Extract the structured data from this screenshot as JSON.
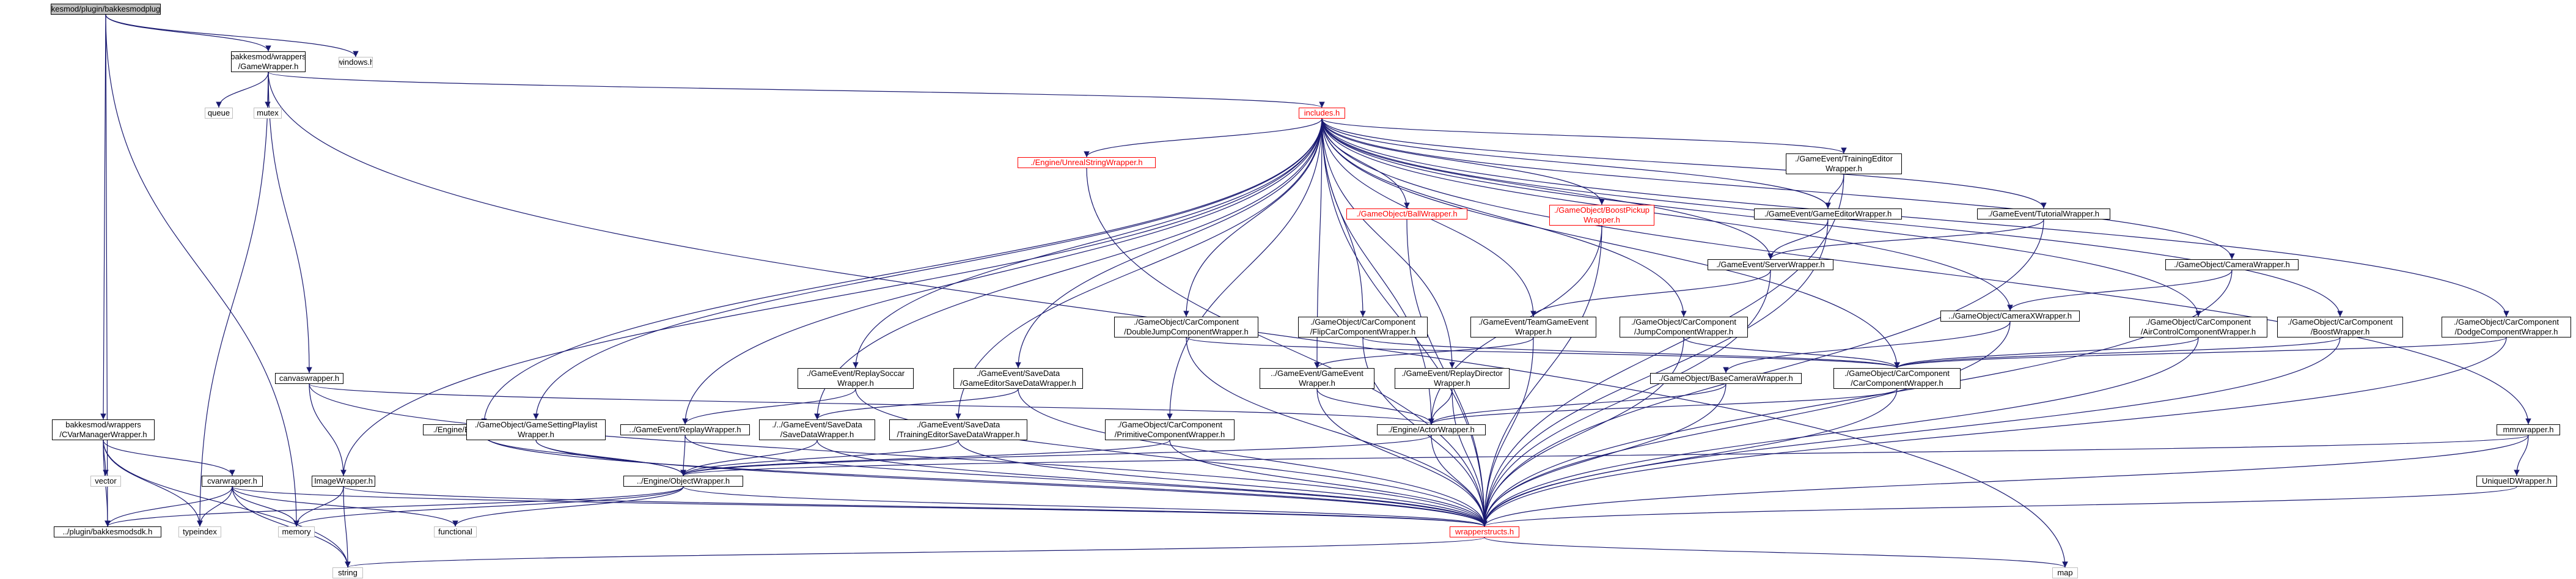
{
  "colors": {
    "edge": "#191970",
    "root_fill": "#bfbfbf",
    "node_border": "#000000",
    "external_border": "#bfbfbf",
    "incomplete_border": "#ff0000",
    "background": "#ffffff"
  },
  "nodes": [
    {
      "id": "n_root",
      "lines": [
        "bakkesmod/plugin/bakkesmodplugin.h"
      ],
      "kind": "root"
    },
    {
      "id": "n_windows",
      "lines": [
        "windows.h"
      ],
      "kind": "external"
    },
    {
      "id": "n_gamewrapper",
      "lines": [
        "bakkesmod/wrappers",
        "/GameWrapper.h"
      ],
      "kind": "file"
    },
    {
      "id": "n_queue",
      "lines": [
        "queue"
      ],
      "kind": "external"
    },
    {
      "id": "n_mutex",
      "lines": [
        "mutex"
      ],
      "kind": "external"
    },
    {
      "id": "n_includes",
      "lines": [
        "includes.h"
      ],
      "kind": "incomplete-red"
    },
    {
      "id": "n_unrealstring",
      "lines": [
        "./Engine/UnrealStringWrapper.h"
      ],
      "kind": "incomplete-red"
    },
    {
      "id": "n_ballwrapper",
      "lines": [
        "./GameObject/BallWrapper.h"
      ],
      "kind": "incomplete-red"
    },
    {
      "id": "n_boostpickup",
      "lines": [
        "./GameObject/BoostPickup",
        "Wrapper.h"
      ],
      "kind": "incomplete-red"
    },
    {
      "id": "n_trainingeditor",
      "lines": [
        "./GameEvent/TrainingEditor",
        "Wrapper.h"
      ],
      "kind": "file"
    },
    {
      "id": "n_gameeditor",
      "lines": [
        "./GameEvent/GameEditorWrapper.h"
      ],
      "kind": "file"
    },
    {
      "id": "n_tutorial",
      "lines": [
        "./GameEvent/TutorialWrapper.h"
      ],
      "kind": "file"
    },
    {
      "id": "n_serverwrapper",
      "lines": [
        "./GameEvent/ServerWrapper.h"
      ],
      "kind": "file"
    },
    {
      "id": "n_camerawrapper",
      "lines": [
        "./GameObject/CameraWrapper.h"
      ],
      "kind": "file"
    },
    {
      "id": "n_cameraxwrapper",
      "lines": [
        "../GameObject/CameraXWrapper.h"
      ],
      "kind": "file"
    },
    {
      "id": "n_canvaswrapper",
      "lines": [
        "canvaswrapper.h"
      ],
      "kind": "file"
    },
    {
      "id": "n_engineta",
      "lines": [
        "./Engine/EngineTAWrapper.h"
      ],
      "kind": "file"
    },
    {
      "id": "n_gamesettingplaylist",
      "lines": [
        "./GameObject/GameSettingPlaylist",
        "Wrapper.h"
      ],
      "kind": "file"
    },
    {
      "id": "n_replaysoccar",
      "lines": [
        "./GameEvent/ReplaySoccar",
        "Wrapper.h"
      ],
      "kind": "file"
    },
    {
      "id": "n_gameeditorsavedata",
      "lines": [
        "./GameEvent/SaveData",
        "/GameEditorSaveDataWrapper.h"
      ],
      "kind": "file"
    },
    {
      "id": "n_doublejump",
      "lines": [
        "./GameObject/CarComponent",
        "/DoubleJumpComponentWrapper.h"
      ],
      "kind": "file"
    },
    {
      "id": "n_flipcar",
      "lines": [
        "./GameObject/CarComponent",
        "/FlipCarComponentWrapper.h"
      ],
      "kind": "file"
    },
    {
      "id": "n_teamgameevent",
      "lines": [
        "./GameEvent/TeamGameEvent",
        "Wrapper.h"
      ],
      "kind": "file"
    },
    {
      "id": "n_jumpcomponent",
      "lines": [
        "./GameObject/CarComponent",
        "/JumpComponentWrapper.h"
      ],
      "kind": "file"
    },
    {
      "id": "n_aircontrol",
      "lines": [
        "./GameObject/CarComponent",
        "/AirControlComponentWrapper.h"
      ],
      "kind": "file"
    },
    {
      "id": "n_boostwrapper",
      "lines": [
        "./GameObject/CarComponent",
        "/BoostWrapper.h"
      ],
      "kind": "file"
    },
    {
      "id": "n_dodgecomponent",
      "lines": [
        "./GameObject/CarComponent",
        "/DodgeComponentWrapper.h"
      ],
      "kind": "file"
    },
    {
      "id": "n_gameeventwrapper",
      "lines": [
        "../GameEvent/GameEvent",
        "Wrapper.h"
      ],
      "kind": "file"
    },
    {
      "id": "n_replaydirector",
      "lines": [
        "./GameEvent/ReplayDirector",
        "Wrapper.h"
      ],
      "kind": "file"
    },
    {
      "id": "n_basecamera",
      "lines": [
        "./GameObject/BaseCameraWrapper.h"
      ],
      "kind": "file"
    },
    {
      "id": "n_carcomponent",
      "lines": [
        "./GameObject/CarComponent",
        "/CarComponentWrapper.h"
      ],
      "kind": "file"
    },
    {
      "id": "n_replaywrapper",
      "lines": [
        "../GameEvent/ReplayWrapper.h"
      ],
      "kind": "file"
    },
    {
      "id": "n_savedatawrapper",
      "lines": [
        "./../GameEvent/SaveData",
        "/SaveDataWrapper.h"
      ],
      "kind": "file"
    },
    {
      "id": "n_trainingeditorsavedata",
      "lines": [
        "./GameEvent/SaveData",
        "/TrainingEditorSaveDataWrapper.h"
      ],
      "kind": "file"
    },
    {
      "id": "n_primitivecomponent",
      "lines": [
        "./GameObject/CarComponent",
        "/PrimitiveComponentWrapper.h"
      ],
      "kind": "file"
    },
    {
      "id": "n_actorwrapper",
      "lines": [
        "./Engine/ActorWrapper.h"
      ],
      "kind": "file"
    },
    {
      "id": "n_objectwrapper",
      "lines": [
        "../Engine/ObjectWrapper.h"
      ],
      "kind": "file"
    },
    {
      "id": "n_wrapperstructs",
      "lines": [
        "wrapperstructs.h"
      ],
      "kind": "incomplete-red"
    },
    {
      "id": "n_cvarmanager",
      "lines": [
        "bakkesmod/wrappers",
        "/CVarManagerWrapper.h"
      ],
      "kind": "file"
    },
    {
      "id": "n_vector",
      "lines": [
        "vector"
      ],
      "kind": "external"
    },
    {
      "id": "n_cvarwrapper",
      "lines": [
        "cvarwrapper.h"
      ],
      "kind": "file"
    },
    {
      "id": "n_bakkesmodsdk",
      "lines": [
        "../plugin/bakkesmodsdk.h"
      ],
      "kind": "file"
    },
    {
      "id": "n_typeindex",
      "lines": [
        "typeindex"
      ],
      "kind": "external"
    },
    {
      "id": "n_imagewrapper",
      "lines": [
        "ImageWrapper.h"
      ],
      "kind": "file"
    },
    {
      "id": "n_memory",
      "lines": [
        "memory"
      ],
      "kind": "external"
    },
    {
      "id": "n_functional",
      "lines": [
        "functional"
      ],
      "kind": "external"
    },
    {
      "id": "n_string",
      "lines": [
        "string"
      ],
      "kind": "external"
    },
    {
      "id": "n_map",
      "lines": [
        "map"
      ],
      "kind": "external"
    },
    {
      "id": "n_mmrwrapper",
      "lines": [
        "mmrwrapper.h"
      ],
      "kind": "file"
    },
    {
      "id": "n_uniqueid",
      "lines": [
        "UniqueIDWrapper.h"
      ],
      "kind": "file"
    }
  ],
  "edges": [
    [
      "n_root",
      "n_windows"
    ],
    [
      "n_root",
      "n_gamewrapper"
    ],
    [
      "n_root",
      "n_cvarmanager"
    ],
    [
      "n_root",
      "n_bakkesmodsdk"
    ],
    [
      "n_root",
      "n_memory"
    ],
    [
      "n_gamewrapper",
      "n_queue"
    ],
    [
      "n_gamewrapper",
      "n_mutex"
    ],
    [
      "n_gamewrapper",
      "n_includes"
    ],
    [
      "n_gamewrapper",
      "n_canvaswrapper"
    ],
    [
      "n_gamewrapper",
      "n_typeindex"
    ],
    [
      "n_gamewrapper",
      "n_map"
    ],
    [
      "n_includes",
      "n_unrealstring"
    ],
    [
      "n_includes",
      "n_ballwrapper"
    ],
    [
      "n_includes",
      "n_boostpickup"
    ],
    [
      "n_includes",
      "n_trainingeditor"
    ],
    [
      "n_includes",
      "n_gameeditor"
    ],
    [
      "n_includes",
      "n_tutorial"
    ],
    [
      "n_includes",
      "n_serverwrapper"
    ],
    [
      "n_includes",
      "n_camerawrapper"
    ],
    [
      "n_includes",
      "n_cameraxwrapper"
    ],
    [
      "n_includes",
      "n_engineta"
    ],
    [
      "n_includes",
      "n_gamesettingplaylist"
    ],
    [
      "n_includes",
      "n_replaysoccar"
    ],
    [
      "n_includes",
      "n_gameeditorsavedata"
    ],
    [
      "n_includes",
      "n_doublejump"
    ],
    [
      "n_includes",
      "n_flipcar"
    ],
    [
      "n_includes",
      "n_teamgameevent"
    ],
    [
      "n_includes",
      "n_jumpcomponent"
    ],
    [
      "n_includes",
      "n_aircontrol"
    ],
    [
      "n_includes",
      "n_boostwrapper"
    ],
    [
      "n_includes",
      "n_dodgecomponent"
    ],
    [
      "n_includes",
      "n_replaywrapper"
    ],
    [
      "n_includes",
      "n_savedatawrapper"
    ],
    [
      "n_includes",
      "n_trainingeditorsavedata"
    ],
    [
      "n_includes",
      "n_primitivecomponent"
    ],
    [
      "n_includes",
      "n_actorwrapper"
    ],
    [
      "n_includes",
      "n_carcomponent"
    ],
    [
      "n_includes",
      "n_imagewrapper"
    ],
    [
      "n_includes",
      "n_mmrwrapper"
    ],
    [
      "n_includes",
      "n_wrapperstructs"
    ],
    [
      "n_includes",
      "n_gameeventwrapper"
    ],
    [
      "n_includes",
      "n_replaydirector"
    ],
    [
      "n_trainingeditor",
      "n_gameeditor"
    ],
    [
      "n_trainingeditor",
      "n_wrapperstructs"
    ],
    [
      "n_gameeditor",
      "n_serverwrapper"
    ],
    [
      "n_gameeditor",
      "n_wrapperstructs"
    ],
    [
      "n_tutorial",
      "n_serverwrapper"
    ],
    [
      "n_tutorial",
      "n_wrapperstructs"
    ],
    [
      "n_serverwrapper",
      "n_teamgameevent"
    ],
    [
      "n_serverwrapper",
      "n_wrapperstructs"
    ],
    [
      "n_camerawrapper",
      "n_cameraxwrapper"
    ],
    [
      "n_camerawrapper",
      "n_wrapperstructs"
    ],
    [
      "n_cameraxwrapper",
      "n_basecamera"
    ],
    [
      "n_cameraxwrapper",
      "n_wrapperstructs"
    ],
    [
      "n_unrealstring",
      "n_wrapperstructs"
    ],
    [
      "n_ballwrapper",
      "n_wrapperstructs"
    ],
    [
      "n_boostpickup",
      "n_wrapperstructs"
    ],
    [
      "n_boostpickup",
      "n_actorwrapper"
    ],
    [
      "n_teamgameevent",
      "n_gameeventwrapper"
    ],
    [
      "n_teamgameevent",
      "n_wrapperstructs"
    ],
    [
      "n_gameeventwrapper",
      "n_actorwrapper"
    ],
    [
      "n_gameeventwrapper",
      "n_wrapperstructs"
    ],
    [
      "n_replaydirector",
      "n_actorwrapper"
    ],
    [
      "n_replaydirector",
      "n_wrapperstructs"
    ],
    [
      "n_doublejump",
      "n_carcomponent"
    ],
    [
      "n_doublejump",
      "n_wrapperstructs"
    ],
    [
      "n_flipcar",
      "n_carcomponent"
    ],
    [
      "n_flipcar",
      "n_wrapperstructs"
    ],
    [
      "n_jumpcomponent",
      "n_carcomponent"
    ],
    [
      "n_jumpcomponent",
      "n_wrapperstructs"
    ],
    [
      "n_aircontrol",
      "n_carcomponent"
    ],
    [
      "n_aircontrol",
      "n_wrapperstructs"
    ],
    [
      "n_boostwrapper",
      "n_carcomponent"
    ],
    [
      "n_boostwrapper",
      "n_wrapperstructs"
    ],
    [
      "n_dodgecomponent",
      "n_carcomponent"
    ],
    [
      "n_dodgecomponent",
      "n_wrapperstructs"
    ],
    [
      "n_carcomponent",
      "n_actorwrapper"
    ],
    [
      "n_carcomponent",
      "n_wrapperstructs"
    ],
    [
      "n_basecamera",
      "n_actorwrapper"
    ],
    [
      "n_basecamera",
      "n_wrapperstructs"
    ],
    [
      "n_engineta",
      "n_objectwrapper"
    ],
    [
      "n_engineta",
      "n_wrapperstructs"
    ],
    [
      "n_gamesettingplaylist",
      "n_objectwrapper"
    ],
    [
      "n_gamesettingplaylist",
      "n_wrapperstructs"
    ],
    [
      "n_replaysoccar",
      "n_replaywrapper"
    ],
    [
      "n_replaysoccar",
      "n_wrapperstructs"
    ],
    [
      "n_gameeditorsavedata",
      "n_savedatawrapper"
    ],
    [
      "n_gameeditorsavedata",
      "n_wrapperstructs"
    ],
    [
      "n_replaywrapper",
      "n_objectwrapper"
    ],
    [
      "n_replaywrapper",
      "n_wrapperstructs"
    ],
    [
      "n_savedatawrapper",
      "n_objectwrapper"
    ],
    [
      "n_savedatawrapper",
      "n_wrapperstructs"
    ],
    [
      "n_trainingeditorsavedata",
      "n_objectwrapper"
    ],
    [
      "n_trainingeditorsavedata",
      "n_wrapperstructs"
    ],
    [
      "n_primitivecomponent",
      "n_objectwrapper"
    ],
    [
      "n_primitivecomponent",
      "n_wrapperstructs"
    ],
    [
      "n_actorwrapper",
      "n_objectwrapper"
    ],
    [
      "n_actorwrapper",
      "n_wrapperstructs"
    ],
    [
      "n_objectwrapper",
      "n_bakkesmodsdk"
    ],
    [
      "n_objectwrapper",
      "n_memory"
    ],
    [
      "n_objectwrapper",
      "n_functional"
    ],
    [
      "n_objectwrapper",
      "n_wrapperstructs"
    ],
    [
      "n_canvaswrapper",
      "n_imagewrapper"
    ],
    [
      "n_canvaswrapper",
      "n_actorwrapper"
    ],
    [
      "n_canvaswrapper",
      "n_wrapperstructs"
    ],
    [
      "n_imagewrapper",
      "n_memory"
    ],
    [
      "n_imagewrapper",
      "n_string"
    ],
    [
      "n_imagewrapper",
      "n_wrapperstructs"
    ],
    [
      "n_cvarmanager",
      "n_vector"
    ],
    [
      "n_cvarmanager",
      "n_cvarwrapper"
    ],
    [
      "n_cvarmanager",
      "n_bakkesmodsdk"
    ],
    [
      "n_cvarmanager",
      "n_typeindex"
    ],
    [
      "n_cvarmanager",
      "n_string"
    ],
    [
      "n_cvarwrapper",
      "n_bakkesmodsdk"
    ],
    [
      "n_cvarwrapper",
      "n_typeindex"
    ],
    [
      "n_cvarwrapper",
      "n_memory"
    ],
    [
      "n_cvarwrapper",
      "n_functional"
    ],
    [
      "n_cvarwrapper",
      "n_string"
    ],
    [
      "n_cvarwrapper",
      "n_wrapperstructs"
    ],
    [
      "n_wrapperstructs",
      "n_string"
    ],
    [
      "n_wrapperstructs",
      "n_map"
    ],
    [
      "n_mmrwrapper",
      "n_uniqueid"
    ],
    [
      "n_mmrwrapper",
      "n_wrapperstructs"
    ],
    [
      "n_mmrwrapper",
      "n_objectwrapper"
    ],
    [
      "n_uniqueid",
      "n_wrapperstructs"
    ]
  ]
}
